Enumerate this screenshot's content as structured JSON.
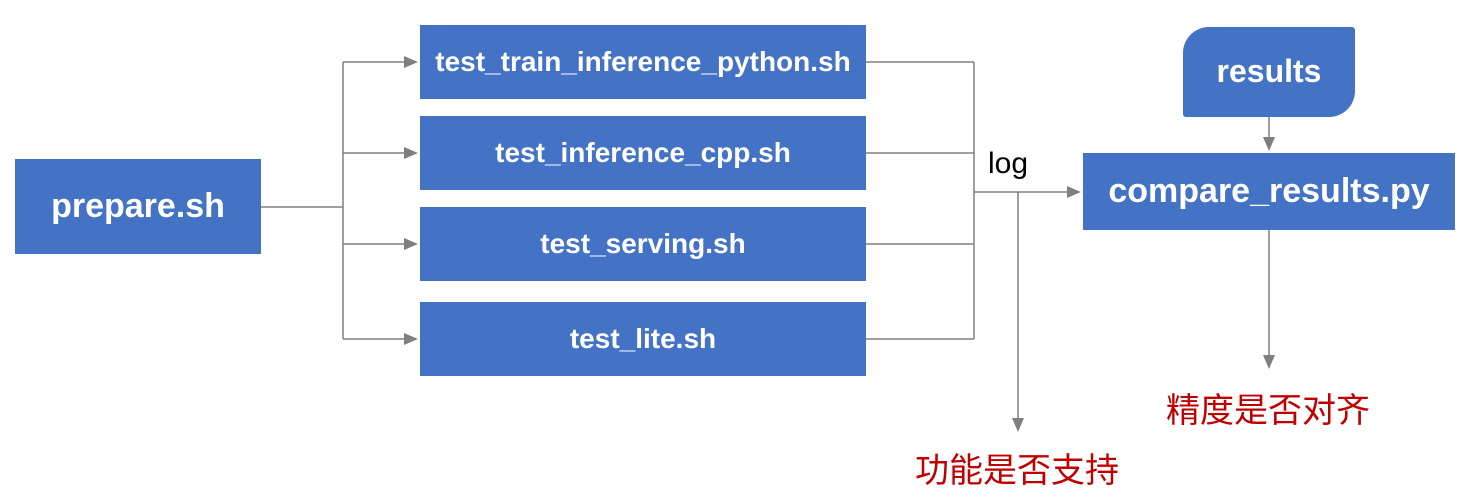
{
  "diagram": {
    "type": "flowchart",
    "colors": {
      "node_fill": "#4472C4",
      "node_text": "#ffffff",
      "connector": "#808080",
      "annotation_red": "#C00000",
      "edge_label_black": "#000000"
    },
    "nodes": {
      "prepare": {
        "label": "prepare.sh",
        "shape": "rectangle"
      },
      "tests": [
        {
          "label": "test_train_inference_python.sh",
          "shape": "rectangle"
        },
        {
          "label": "test_inference_cpp.sh",
          "shape": "rectangle"
        },
        {
          "label": "test_serving.sh",
          "shape": "rectangle"
        },
        {
          "label": "test_lite.sh",
          "shape": "rectangle"
        }
      ],
      "results": {
        "label": "results",
        "shape": "round-diagonal-corner-rectangle"
      },
      "compare": {
        "label": "compare_results.py",
        "shape": "rectangle"
      }
    },
    "edge_labels": {
      "log": "log"
    },
    "annotations": {
      "function_support": "功能是否支持",
      "accuracy_aligned": "精度是否对齐"
    },
    "flow": [
      "prepare.sh -> each test script",
      "test scripts -> log -> compare_results.py",
      "log -> 功能是否支持",
      "results -> compare_results.py",
      "compare_results.py -> 精度是否对齐"
    ]
  }
}
